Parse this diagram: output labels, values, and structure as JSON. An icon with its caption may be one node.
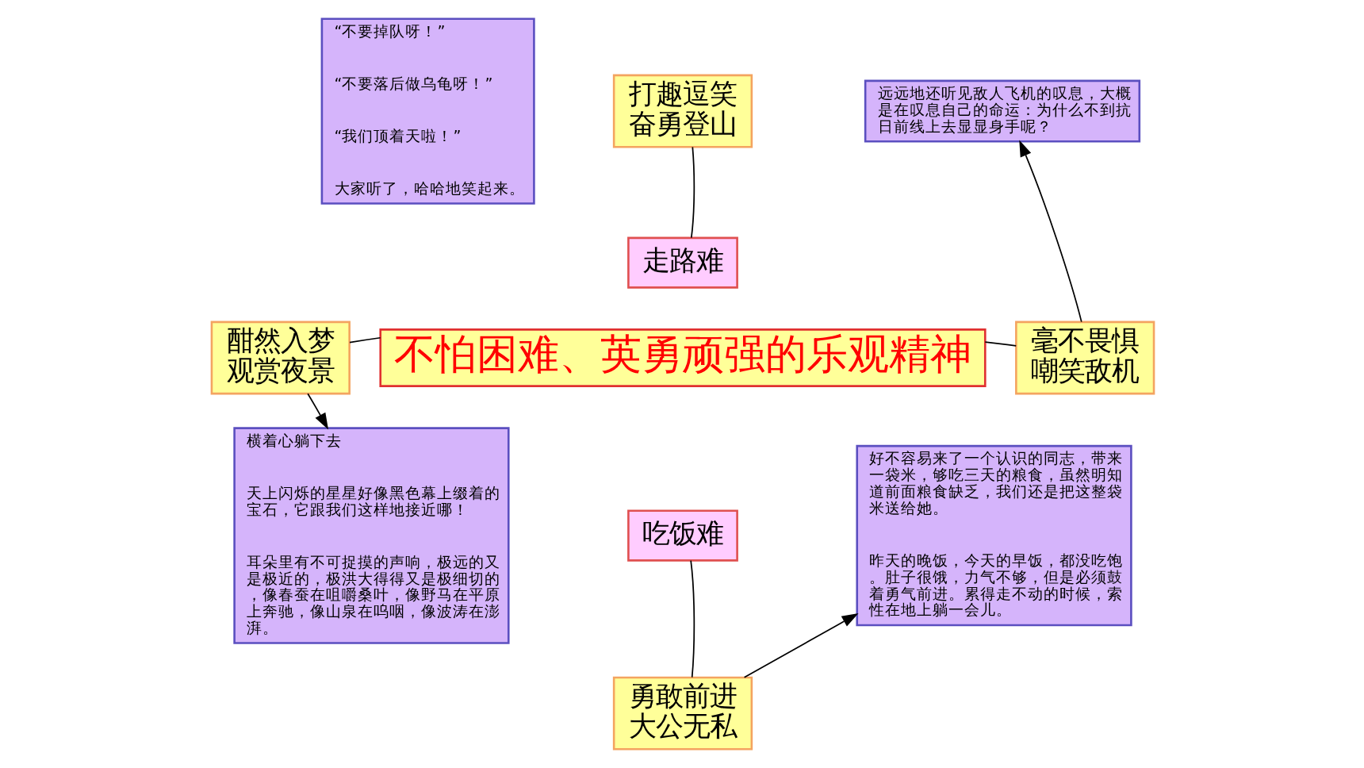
{
  "diagram": {
    "nodes": [
      {
        "text": [
          "“不要掉队呀！”",
          "“不要落后做乌龟呀！”",
          "“我们顶着天啦！”",
          "大家听了，哈哈地笑起来。"
        ]
      },
      {
        "text": [
          "打趣逗笑",
          "奋勇登山"
        ]
      },
      {
        "text": [
          "走路难"
        ]
      },
      {
        "text": [
          "远远地还听见敌人飞机的叹息，大概是在叹息自己的命运：为什么不到抗日前线上去显显身手呢？"
        ]
      },
      {
        "text": [
          "酣然入梦",
          "观赏夜景"
        ]
      },
      {
        "text": [
          "不怕困难、英勇顽强的乐观精神"
        ]
      },
      {
        "text": [
          "毫不畏惧",
          "嘲笑敌机"
        ]
      },
      {
        "text": [
          "横着心躺下去",
          "天上闪烁的星星好像黑色幕上缀着的宝石，它跟我们这样地接近哪！",
          "耳朵里有不可捉摸的声响，极远的又是极近的，极洪大得得又是极细切的，像春蚕在咀嚼桑叶，像野马在平原上奔驰，像山泉在呜咽，像波涛在澎湃。"
        ]
      },
      {
        "text": [
          "吃饭难"
        ]
      },
      {
        "text": [
          "好不容易来了一个认识的同志，带来一袋米，够吃三天的粮食，虽然明知道前面粮食缺乏，我们还是把这整袋米送给她。",
          "昨天的晚饭，今天的早饭，都没吃饱。肚子很饿，力气不够，但是必须鼓着勇气前进。累得走不动的时候，索性在地上躺一会儿。"
        ]
      },
      {
        "text": [
          "勇敢前进",
          "大公无私"
        ]
      }
    ],
    "edges": [
      {
        "from": 1,
        "to": 2,
        "arrow": "none"
      },
      {
        "from": 4,
        "to": 5,
        "arrow": "none"
      },
      {
        "from": 5,
        "to": 6,
        "arrow": "none"
      },
      {
        "from": 8,
        "to": 10,
        "arrow": "none"
      },
      {
        "from": 4,
        "to": 7,
        "arrow": "to"
      },
      {
        "from": 6,
        "to": 3,
        "arrow": "to"
      },
      {
        "from": 10,
        "to": 9,
        "arrow": "to"
      }
    ]
  }
}
